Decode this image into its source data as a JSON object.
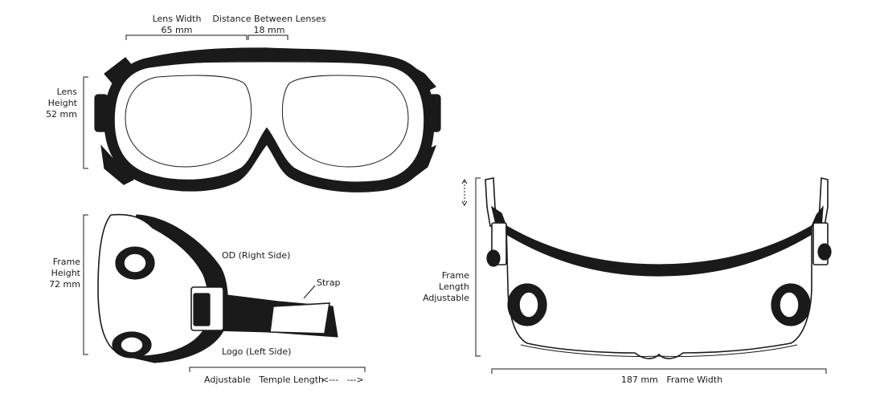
{
  "labels": {
    "lens_width_title": "Lens Width",
    "lens_width_value": "65 mm",
    "distance_title": "Distance Between Lenses",
    "distance_value": "18 mm",
    "lens_height_1": "Lens",
    "lens_height_2": "Height",
    "lens_height_3": "52 mm",
    "frame_height_1": "Frame",
    "frame_height_2": "Height",
    "frame_height_3": "72 mm",
    "od_right": "OD (Right Side)",
    "strap": "Strap",
    "logo_left": "Logo (Left Side)",
    "adjustable_temple": "Adjustable   Temple Length",
    "temple_arrows": "<---   --->",
    "frame_length_1": "Frame",
    "frame_length_2": "Length",
    "frame_length_3": "Adjustable",
    "frame_width": "187 mm   Frame Width"
  }
}
